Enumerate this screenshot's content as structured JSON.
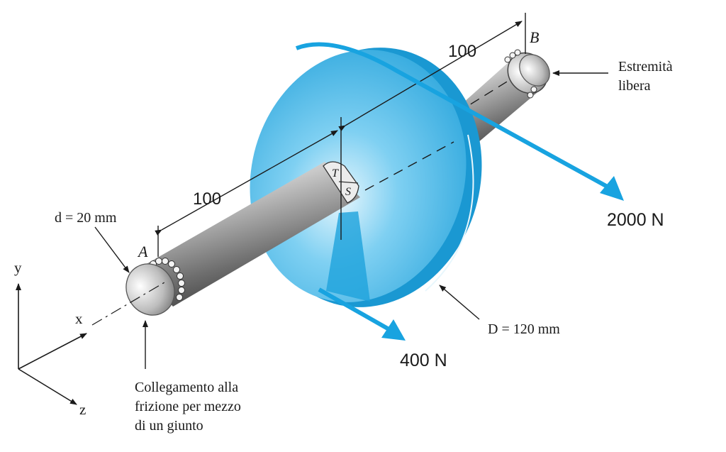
{
  "labels": {
    "point_a": "A",
    "point_b": "B",
    "torque_t": "T",
    "shear_s": "S",
    "dim_left": "100",
    "dim_right": "100",
    "shaft_diameter": "d = 20 mm",
    "disk_diameter": "D = 120 mm",
    "force_large": "2000 N",
    "force_small": "400 N",
    "free_end_line1": "Estremità",
    "free_end_line2": "libera",
    "coupling_line1": "Collegamento alla",
    "coupling_line2": "frizione per mezzo",
    "coupling_line3": "di un giunto",
    "axis_x": "x",
    "axis_y": "y",
    "axis_z": "z"
  },
  "colors": {
    "disk": "#29a9e1",
    "force_arrow": "#18a3e0",
    "shaft_light": "#f2f2f2",
    "shaft_dark": "#5a5a5a",
    "line": "#1a1a1a"
  }
}
